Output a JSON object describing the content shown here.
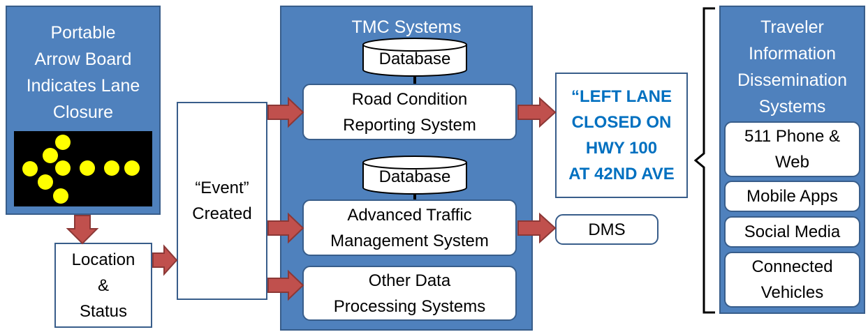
{
  "arrow_board_panel": {
    "title": "Portable\nArrow Board\nIndicates Lane\nClosure",
    "lamp_color": "#ffff00"
  },
  "location_box": {
    "label": "Location\n&\nStatus"
  },
  "event_box": {
    "label": "“Event”\nCreated"
  },
  "tmc_panel": {
    "title": "TMC Systems",
    "database_top": "Database",
    "database_mid": "Database",
    "road_condition": "Road Condition\nReporting System",
    "atms": "Advanced Traffic\nManagement System",
    "other": "Other Data\nProcessing Systems"
  },
  "message_box": {
    "text": "“LEFT LANE\nCLOSED ON\nHWY 100\nAT 42ND AVE"
  },
  "dms_box": {
    "label": "DMS"
  },
  "traveler_panel": {
    "title": "Traveler\nInformation\nDissemination\nSystems",
    "items": [
      "511 Phone &\nWeb",
      "Mobile Apps",
      "Social Media",
      "Connected\nVehicles"
    ]
  },
  "colors": {
    "panel_fill": "#4f81bd",
    "panel_border": "#385d8a",
    "arrow_fill": "#c0504d",
    "arrow_stroke": "#8c3836",
    "message_text": "#0070c0"
  }
}
